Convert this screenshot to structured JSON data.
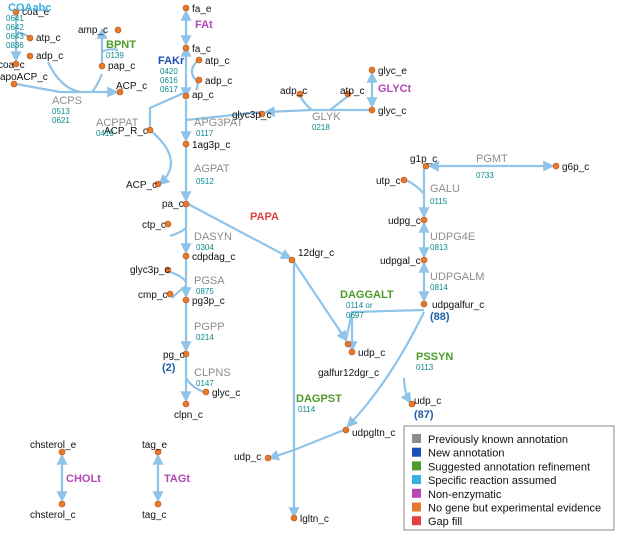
{
  "colors": {
    "previously_known": "#8c8c8c",
    "new_annotation": "#1a4fb5",
    "suggested_refinement": "#4e9a2a",
    "specific_reaction": "#35b0e0",
    "non_enzymatic": "#b347b3",
    "no_gene": "#e8782c",
    "gap_fill": "#e04040"
  },
  "metabolites": {
    "fa_e": "fa_e",
    "fa_c": "fa_c",
    "atp_c": "atp_c",
    "adp_c": "adp_c",
    "ap_c": "ap_c",
    "coa_e": "coa_e",
    "coa_c": "coa_c",
    "amp_c": "amp_c",
    "pap_c": "pap_c",
    "apoACP_c": "apoACP_c",
    "ACP_c": "ACP_c",
    "ACP_R_c": "ACP_R_c",
    "glyc_e": "glyc_e",
    "glyc_c": "glyc_c",
    "glyc3p_c": "glyc3p_c",
    "1ag3p_c": "1ag3p_c",
    "pa_c": "pa_c",
    "ctp_c": "ctp_c",
    "cdpdag_c": "cdpdag_c",
    "cmp_c": "cmp_c",
    "pg3p_c": "pg3p_c",
    "pg_c": "pg_c",
    "clpn_c": "clpn_c",
    "12dgr_c": "12dgr_c",
    "galfur12dgr_c": "galfur12dgr_c",
    "udp_c": "udp_c",
    "udpgltn_c": "udpgltn_c",
    "lgltn_c": "lgltn_c",
    "g1p_c": "g1p_c",
    "g6p_c": "g6p_c",
    "utp_c": "utp_c",
    "udpg_c": "udpg_c",
    "udpgal_c": "udpgal_c",
    "udpgalfur_c": "udpgalfur_c",
    "chsterol_e": "chsterol_e",
    "chsterol_c": "chsterol_c",
    "tag_e": "tag_e",
    "tag_c": "tag_c"
  },
  "reactions": {
    "COAabc": {
      "name": "COAabc",
      "genes": [
        "0641",
        "0642",
        "0643",
        "0836"
      ]
    },
    "BPNT": {
      "name": "BPNT",
      "genes": [
        "0139"
      ]
    },
    "FAt": {
      "name": "FAt",
      "genes": []
    },
    "FAKr": {
      "name": "FAKr",
      "genes": [
        "0420",
        "0616",
        "0617"
      ]
    },
    "ACPS": {
      "name": "ACPS",
      "genes": [
        "0513",
        "0621"
      ]
    },
    "ACPPAT": {
      "name": "ACPPAT",
      "genes": [
        "0419"
      ]
    },
    "APG3PAT": {
      "name": "APG3PAT",
      "genes": [
        "0117"
      ]
    },
    "GLYK": {
      "name": "GLYK",
      "genes": [
        "0218"
      ]
    },
    "GLYCt": {
      "name": "GLYCt",
      "genes": []
    },
    "AGPAT": {
      "name": "AGPAT",
      "genes": [
        "0512"
      ]
    },
    "PAPA": {
      "name": "PAPA",
      "genes": []
    },
    "DASYN": {
      "name": "DASYN",
      "genes": [
        "0304"
      ]
    },
    "PGSA": {
      "name": "PGSA",
      "genes": [
        "0875"
      ]
    },
    "PGPP": {
      "name": "PGPP",
      "genes": [
        "0214"
      ]
    },
    "CLPNS": {
      "name": "CLPNS",
      "genes": [
        "0147"
      ]
    },
    "DAGGALT": {
      "name": "DAGGALT",
      "genes": [
        "0114 or",
        "0697"
      ]
    },
    "PSSYN": {
      "name": "PSSYN",
      "genes": [
        "0113"
      ]
    },
    "DAGPST": {
      "name": "DAGPST",
      "genes": [
        "0114"
      ]
    },
    "PGMT": {
      "name": "PGMT",
      "genes": [
        "0733"
      ]
    },
    "GALU": {
      "name": "GALU",
      "genes": [
        "0115"
      ]
    },
    "UDPG4E": {
      "name": "UDPG4E",
      "genes": [
        "0813"
      ]
    },
    "UDPGALM": {
      "name": "UDPGALM",
      "genes": [
        "0814"
      ]
    },
    "CHOLt": {
      "name": "CHOLt",
      "genes": []
    },
    "TAGt": {
      "name": "TAGt",
      "genes": []
    }
  },
  "counts": {
    "pg_c": "(2)",
    "udpgalfur_c": "(88)",
    "udp_c": "(87)"
  },
  "legend": [
    {
      "label": "Previously known annotation",
      "color": "#8c8c8c"
    },
    {
      "label": "New annotation",
      "color": "#1a4fb5"
    },
    {
      "label": "Suggested annotation refinement",
      "color": "#4e9a2a"
    },
    {
      "label": "Specific reaction assumed",
      "color": "#35b0e0"
    },
    {
      "label": "Non-enzymatic",
      "color": "#b347b3"
    },
    {
      "label": "No gene but experimental evidence",
      "color": "#e8782c"
    },
    {
      "label": "Gap fill",
      "color": "#e04040"
    }
  ]
}
